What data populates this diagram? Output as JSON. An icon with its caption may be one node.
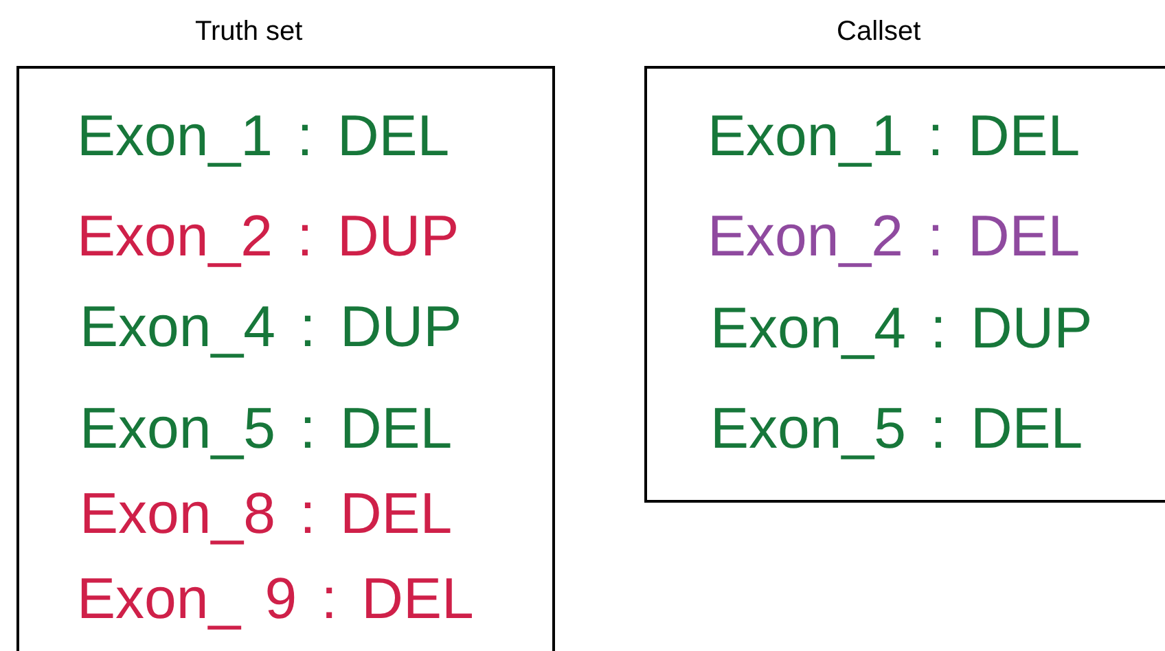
{
  "diagram": {
    "nodes": [
      {
        "text": [
          "Truth set",
          "Exon_1 : DEL",
          "Exon_2 : DUP",
          "Exon_4 : DUP",
          "Exon_5 : DEL",
          "Exon_8 : DEL",
          "Exon_ 9 : DEL"
        ]
      },
      {
        "text": [
          "Callset",
          "Exon_1 : DEL",
          "Exon_2 : DEL",
          "Exon_4 : DUP",
          "Exon_5 : DEL"
        ]
      }
    ]
  }
}
